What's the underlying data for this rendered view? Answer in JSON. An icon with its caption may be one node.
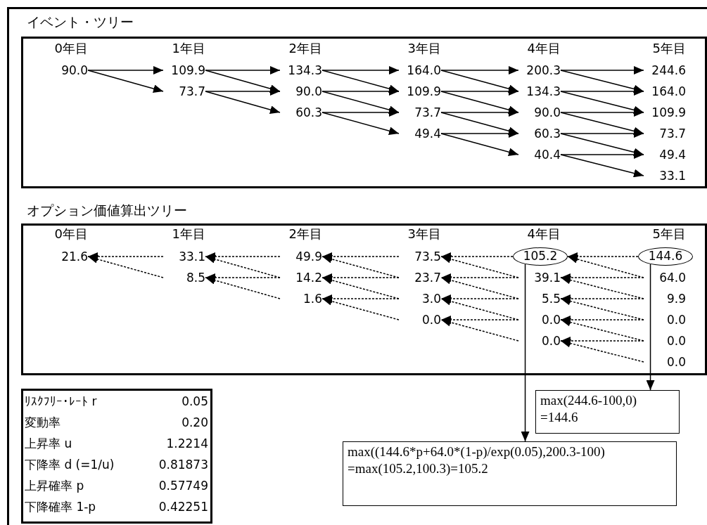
{
  "diagram": {
    "nodes": [
      {
        "text": [
          "イベント・ツリー"
        ]
      },
      {
        "text": [
          "90.0"
        ],
        "in": 0
      },
      {
        "text": [
          "109.9"
        ],
        "in": 0
      },
      {
        "text": [
          "73.7"
        ],
        "in": 0
      },
      {
        "text": [
          "134.3"
        ],
        "in": 0
      },
      {
        "text": [
          "90.0"
        ],
        "in": 0
      },
      {
        "text": [
          "60.3"
        ],
        "in": 0
      },
      {
        "text": [
          "164.0"
        ],
        "in": 0
      },
      {
        "text": [
          "109.9"
        ],
        "in": 0
      },
      {
        "text": [
          "73.7"
        ],
        "in": 0
      },
      {
        "text": [
          "49.4"
        ],
        "in": 0
      },
      {
        "text": [
          "200.3"
        ],
        "in": 0
      },
      {
        "text": [
          "134.3"
        ],
        "in": 0
      },
      {
        "text": [
          "90.0"
        ],
        "in": 0
      },
      {
        "text": [
          "60.3"
        ],
        "in": 0
      },
      {
        "text": [
          "40.4"
        ],
        "in": 0
      },
      {
        "text": [
          "244.6"
        ],
        "in": 0
      },
      {
        "text": [
          "164.0"
        ],
        "in": 0
      },
      {
        "text": [
          "109.9"
        ],
        "in": 0
      },
      {
        "text": [
          "73.7"
        ],
        "in": 0
      },
      {
        "text": [
          "49.4"
        ],
        "in": 0
      },
      {
        "text": [
          "33.1"
        ],
        "in": 0
      },
      {
        "text": [
          "オプション価値算出ツリー"
        ]
      },
      {
        "text": [
          "21.6"
        ],
        "in": 22
      },
      {
        "text": [
          "33.1"
        ],
        "in": 22
      },
      {
        "text": [
          "8.5"
        ],
        "in": 22
      },
      {
        "text": [
          "49.9"
        ],
        "in": 22
      },
      {
        "text": [
          "14.2"
        ],
        "in": 22
      },
      {
        "text": [
          "1.6"
        ],
        "in": 22
      },
      {
        "text": [
          "73.5"
        ],
        "in": 22
      },
      {
        "text": [
          "23.7"
        ],
        "in": 22
      },
      {
        "text": [
          "3.0"
        ],
        "in": 22
      },
      {
        "text": [
          "0.0"
        ],
        "in": 22
      },
      {
        "text": [
          "105.2"
        ],
        "in": 22
      },
      {
        "text": [
          "39.1"
        ],
        "in": 22
      },
      {
        "text": [
          "5.5"
        ],
        "in": 22
      },
      {
        "text": [
          "0.0"
        ],
        "in": 22
      },
      {
        "text": [
          "0.0"
        ],
        "in": 22
      },
      {
        "text": [
          "144.6"
        ],
        "in": 22
      },
      {
        "text": [
          "64.0"
        ],
        "in": 22
      },
      {
        "text": [
          "9.9"
        ],
        "in": 22
      },
      {
        "text": [
          "0.0"
        ],
        "in": 22
      },
      {
        "text": [
          "0.0"
        ],
        "in": 22
      },
      {
        "text": [
          "0.0"
        ],
        "in": 22
      },
      {
        "text": [
          "max(244.6-100,0)",
          "=144.6"
        ]
      },
      {
        "text": [
          "max((144.6*p+64.0*(1-p)/exp(0.05),200.3-100)",
          "=max(105.2,100.3)=105.2"
        ]
      }
    ],
    "edges": [
      {
        "from": 1,
        "to": 2,
        "arrow": "to"
      },
      {
        "from": 1,
        "to": 3,
        "arrow": "to"
      },
      {
        "from": 2,
        "to": 4,
        "arrow": "to"
      },
      {
        "from": 2,
        "to": 5,
        "arrow": "to"
      },
      {
        "from": 3,
        "to": 5,
        "arrow": "to"
      },
      {
        "from": 3,
        "to": 6,
        "arrow": "to"
      },
      {
        "from": 4,
        "to": 7,
        "arrow": "to"
      },
      {
        "from": 4,
        "to": 8,
        "arrow": "to"
      },
      {
        "from": 5,
        "to": 8,
        "arrow": "to"
      },
      {
        "from": 5,
        "to": 9,
        "arrow": "to"
      },
      {
        "from": 6,
        "to": 9,
        "arrow": "to"
      },
      {
        "from": 6,
        "to": 10,
        "arrow": "to"
      },
      {
        "from": 7,
        "to": 11,
        "arrow": "to"
      },
      {
        "from": 7,
        "to": 12,
        "arrow": "to"
      },
      {
        "from": 8,
        "to": 12,
        "arrow": "to"
      },
      {
        "from": 8,
        "to": 13,
        "arrow": "to"
      },
      {
        "from": 9,
        "to": 13,
        "arrow": "to"
      },
      {
        "from": 9,
        "to": 14,
        "arrow": "to"
      },
      {
        "from": 10,
        "to": 14,
        "arrow": "to"
      },
      {
        "from": 10,
        "to": 15,
        "arrow": "to"
      },
      {
        "from": 11,
        "to": 16,
        "arrow": "to"
      },
      {
        "from": 11,
        "to": 17,
        "arrow": "to"
      },
      {
        "from": 12,
        "to": 17,
        "arrow": "to"
      },
      {
        "from": 12,
        "to": 18,
        "arrow": "to"
      },
      {
        "from": 13,
        "to": 18,
        "arrow": "to"
      },
      {
        "from": 13,
        "to": 19,
        "arrow": "to"
      },
      {
        "from": 14,
        "to": 19,
        "arrow": "to"
      },
      {
        "from": 14,
        "to": 20,
        "arrow": "to"
      },
      {
        "from": 15,
        "to": 20,
        "arrow": "to"
      },
      {
        "from": 15,
        "to": 21,
        "arrow": "to"
      },
      {
        "from": 24,
        "to": 23,
        "arrow": "to",
        "style": "dashed"
      },
      {
        "from": 25,
        "to": 23,
        "arrow": "to",
        "style": "dashed"
      },
      {
        "from": 26,
        "to": 24,
        "arrow": "to",
        "style": "dashed"
      },
      {
        "from": 27,
        "to": 24,
        "arrow": "to",
        "style": "dashed"
      },
      {
        "from": 27,
        "to": 25,
        "arrow": "to",
        "style": "dashed"
      },
      {
        "from": 28,
        "to": 25,
        "arrow": "to",
        "style": "dashed"
      },
      {
        "from": 29,
        "to": 26,
        "arrow": "to",
        "style": "dashed"
      },
      {
        "from": 30,
        "to": 26,
        "arrow": "to",
        "style": "dashed"
      },
      {
        "from": 30,
        "to": 27,
        "arrow": "to",
        "style": "dashed"
      },
      {
        "from": 31,
        "to": 27,
        "arrow": "to",
        "style": "dashed"
      },
      {
        "from": 31,
        "to": 28,
        "arrow": "to",
        "style": "dashed"
      },
      {
        "from": 32,
        "to": 28,
        "arrow": "to",
        "style": "dashed"
      },
      {
        "from": 33,
        "to": 29,
        "arrow": "to",
        "style": "dashed"
      },
      {
        "from": 34,
        "to": 29,
        "arrow": "to",
        "style": "dashed"
      },
      {
        "from": 34,
        "to": 30,
        "arrow": "to",
        "style": "dashed"
      },
      {
        "from": 35,
        "to": 30,
        "arrow": "to",
        "style": "dashed"
      },
      {
        "from": 35,
        "to": 31,
        "arrow": "to",
        "style": "dashed"
      },
      {
        "from": 36,
        "to": 31,
        "arrow": "to",
        "style": "dashed"
      },
      {
        "from": 36,
        "to": 32,
        "arrow": "to",
        "style": "dashed"
      },
      {
        "from": 37,
        "to": 32,
        "arrow": "to",
        "style": "dashed"
      },
      {
        "from": 38,
        "to": 33,
        "arrow": "to",
        "style": "dashed"
      },
      {
        "from": 39,
        "to": 33,
        "arrow": "to",
        "style": "dashed"
      },
      {
        "from": 39,
        "to": 34,
        "arrow": "to",
        "style": "dashed"
      },
      {
        "from": 40,
        "to": 34,
        "arrow": "to",
        "style": "dashed"
      },
      {
        "from": 40,
        "to": 35,
        "arrow": "to",
        "style": "dashed"
      },
      {
        "from": 41,
        "to": 35,
        "arrow": "to",
        "style": "dashed"
      },
      {
        "from": 41,
        "to": 36,
        "arrow": "to",
        "style": "dashed"
      },
      {
        "from": 42,
        "to": 36,
        "arrow": "to",
        "style": "dashed"
      },
      {
        "from": 42,
        "to": 37,
        "arrow": "to",
        "style": "dashed"
      },
      {
        "from": 43,
        "to": 37,
        "arrow": "to",
        "style": "dashed"
      },
      {
        "from": 33,
        "to": 45,
        "arrow": "to"
      },
      {
        "from": 38,
        "to": 44,
        "arrow": "to"
      }
    ],
    "labels": [
      "0年目",
      "1年目",
      "2年目",
      "3年目",
      "4年目",
      "5年目",
      "0年目",
      "1年目",
      "2年目",
      "3年目",
      "4年目",
      "5年目",
      "ﾘｽｸﾌﾘｰ･ﾚｰﾄ r",
      "0.05",
      "変動率",
      "0.20",
      "上昇率 u",
      "1.2214",
      "下降率 d (=1/u)",
      "0.81873",
      "上昇確率 p",
      "0.57749",
      "下降確率 1-p",
      "0.42251"
    ]
  }
}
